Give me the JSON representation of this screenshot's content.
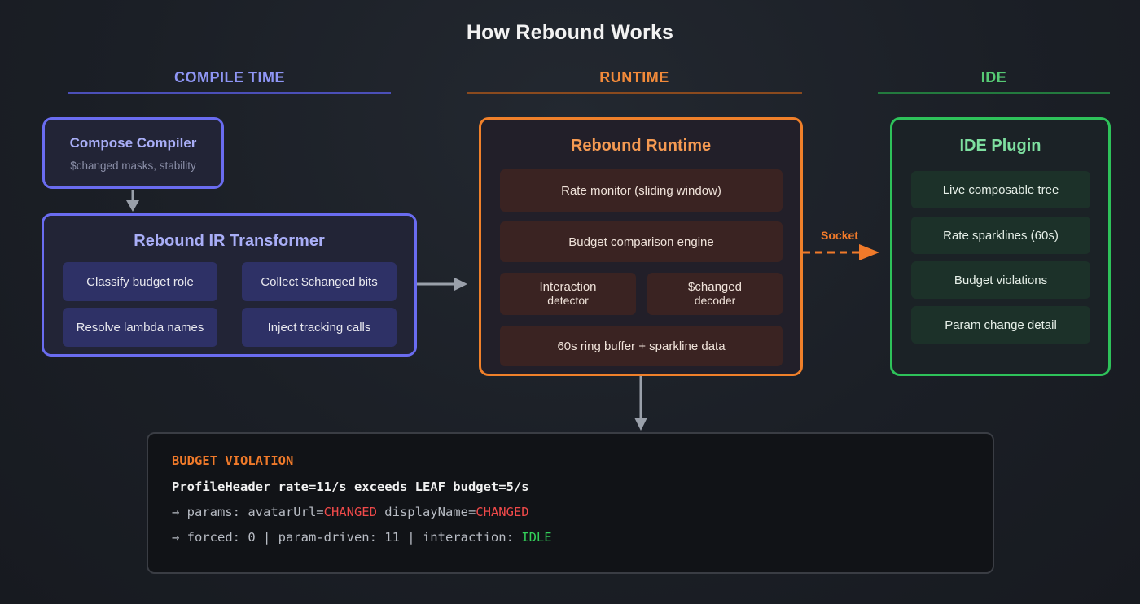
{
  "title": "How Rebound Works",
  "columns": {
    "compile": "COMPILE TIME",
    "runtime": "RUNTIME",
    "ide": "IDE"
  },
  "compose_compiler": {
    "title": "Compose Compiler",
    "subtitle": "$changed masks, stability"
  },
  "ir_transformer": {
    "title": "Rebound IR Transformer",
    "chips": [
      "Classify budget role",
      "Collect $changed bits",
      "Resolve lambda names",
      "Inject tracking calls"
    ]
  },
  "runtime_box": {
    "title": "Rebound Runtime",
    "rate_monitor": "Rate monitor (sliding window)",
    "budget_engine": "Budget comparison engine",
    "interaction_l1": "Interaction",
    "interaction_l2": "detector",
    "changed_l1": "$changed",
    "changed_l2": "decoder",
    "ring_buffer": "60s ring buffer + sparkline data"
  },
  "socket_label": "Socket",
  "ide_plugin": {
    "title": "IDE Plugin",
    "items": [
      "Live composable tree",
      "Rate sparklines (60s)",
      "Budget violations",
      "Param change detail"
    ]
  },
  "terminal": {
    "heading": "BUDGET VIOLATION",
    "line1": "ProfileHeader rate=11/s exceeds LEAF budget=5/s",
    "line2_prefix": "→ params: avatarUrl=",
    "line2_changed1": "CHANGED",
    "line2_mid": " displayName=",
    "line2_changed2": "CHANGED",
    "line3_prefix": "→ forced: 0 | param-driven: 11 | interaction: ",
    "line3_status": "IDLE"
  },
  "colors": {
    "compile_accent": "#6a6cf0",
    "runtime_accent": "#f0802a",
    "ide_accent": "#2ec25a",
    "changed_red": "#f04a4a",
    "idle_green": "#33d05a"
  }
}
